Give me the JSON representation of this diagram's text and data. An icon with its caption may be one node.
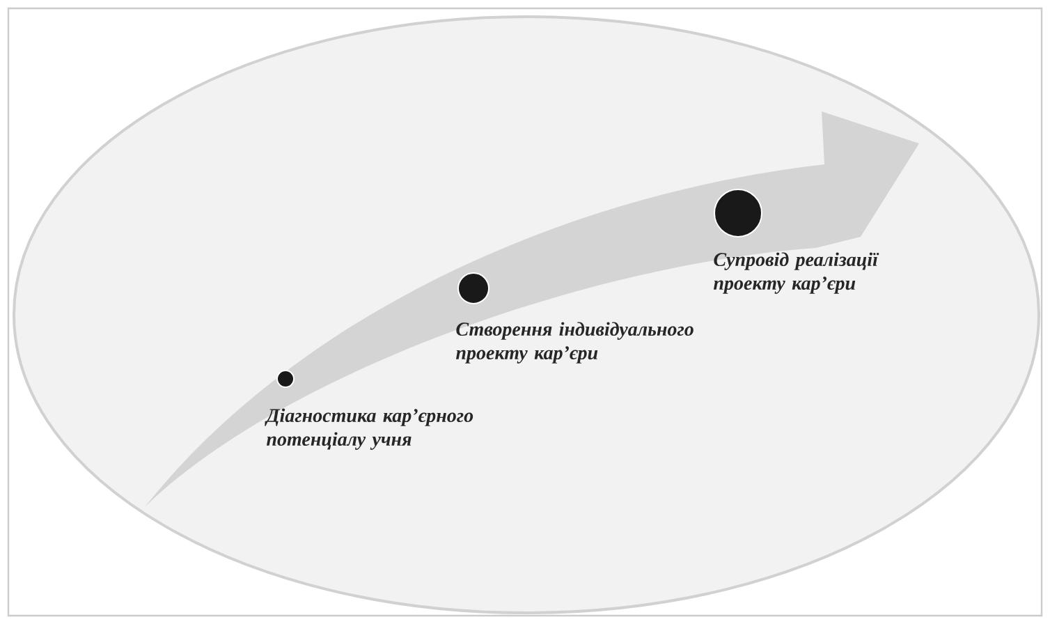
{
  "diagram": {
    "nodes": [
      {
        "text": [
          "Діагностика кар’єрного потенціалу учня"
        ]
      },
      {
        "text": [
          "Створення індивідуального проекту кар’єри"
        ]
      },
      {
        "text": [
          "Супровід реалізації проекту кар’єри"
        ]
      }
    ]
  }
}
